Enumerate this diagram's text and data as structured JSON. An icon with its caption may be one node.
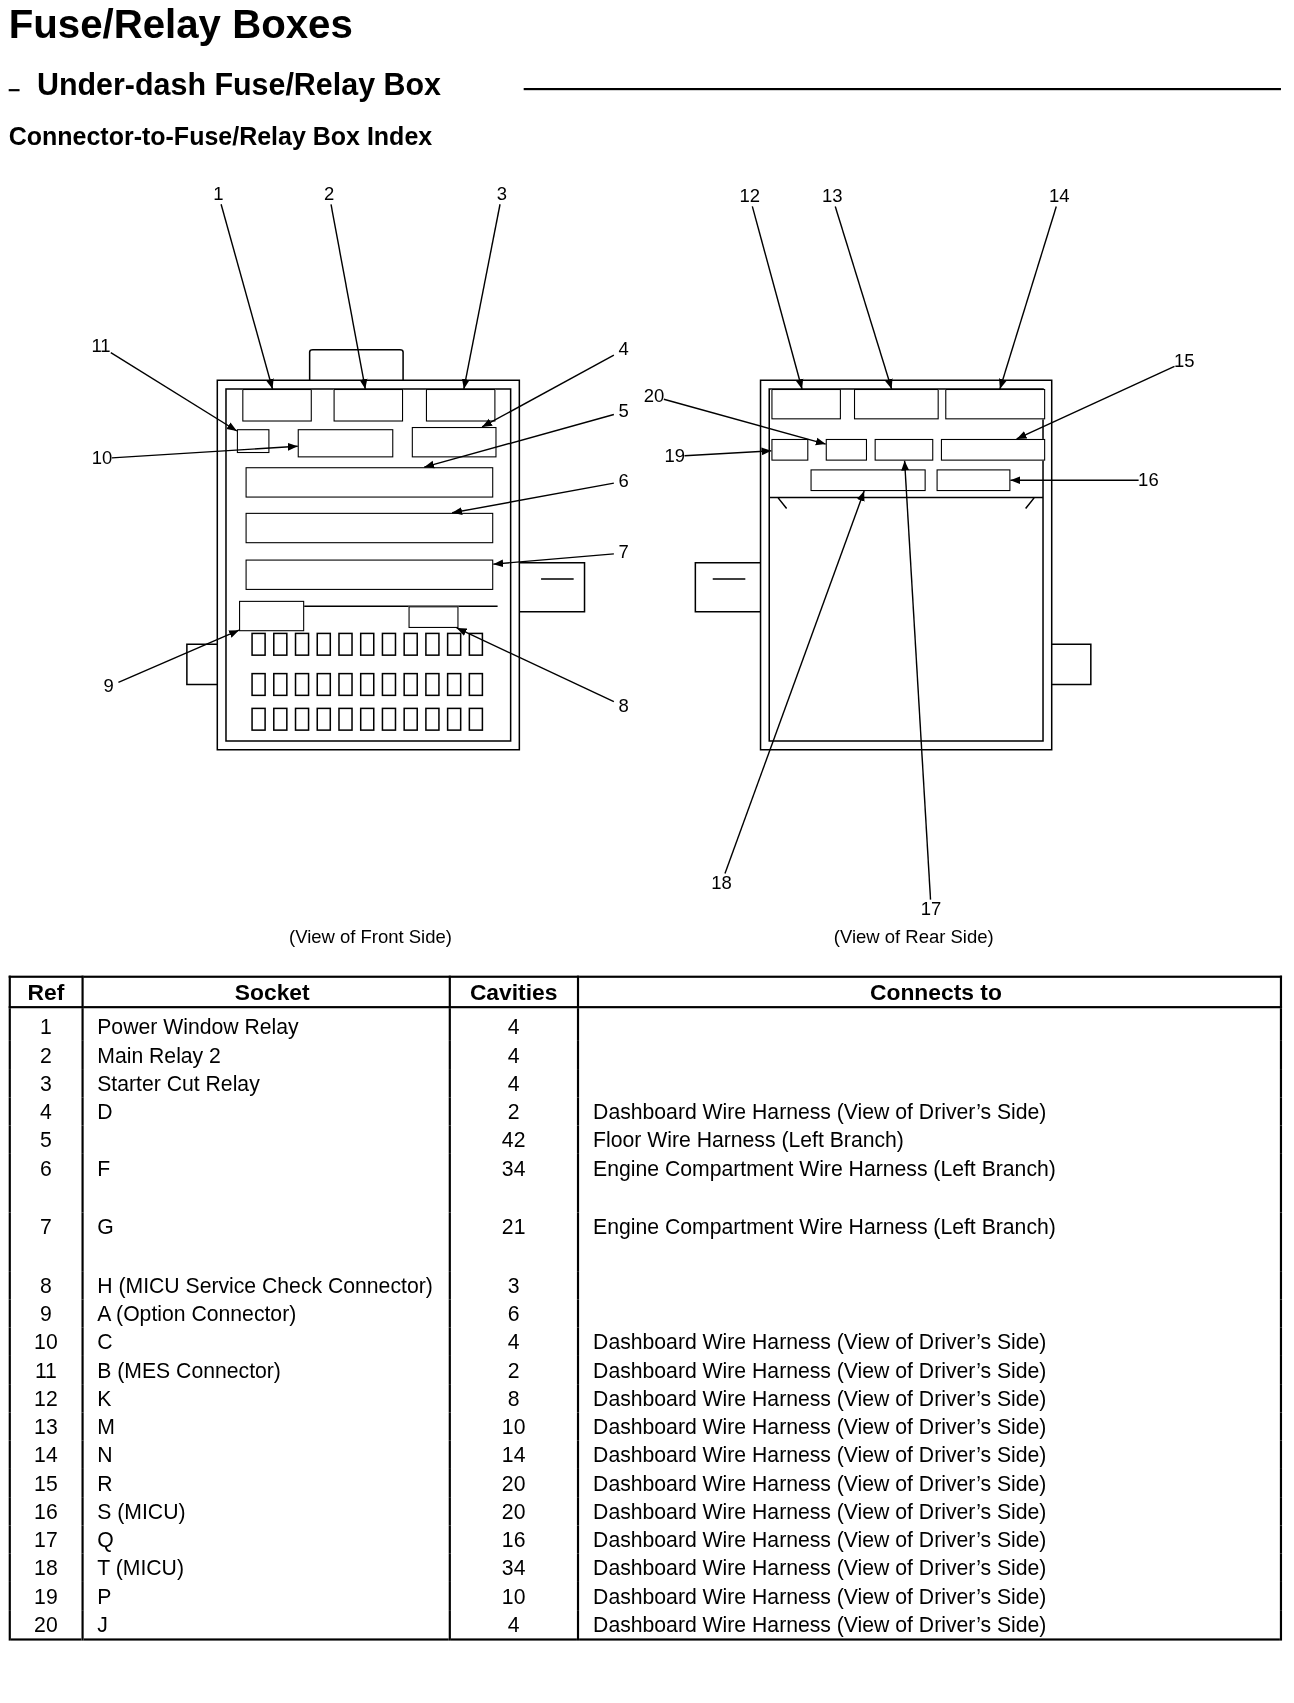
{
  "diagram": {
    "title": "Fuse/Relay Boxes",
    "nodes": [
      {
        "text": [],
        "shape": "picture"
      },
      {
        "text": [],
        "shape": "picture"
      },
      {
        "text": [],
        "shape": "box",
        "in": 0
      },
      {
        "text": [],
        "shape": "box",
        "in": 0
      },
      {
        "text": [],
        "shape": "box",
        "in": 0
      },
      {
        "text": [],
        "shape": "box",
        "in": 0
      },
      {
        "text": [],
        "shape": "box",
        "in": 0
      },
      {
        "text": [],
        "shape": "box",
        "in": 0
      },
      {
        "text": [],
        "shape": "box",
        "in": 0
      },
      {
        "text": [],
        "shape": "box",
        "in": 0
      },
      {
        "text": [],
        "shape": "box",
        "in": 0
      },
      {
        "text": [],
        "shape": "box",
        "in": 0
      },
      {
        "text": [],
        "shape": "box",
        "in": 0
      },
      {
        "text": [],
        "shape": "box",
        "in": 1
      },
      {
        "text": [],
        "shape": "box",
        "in": 1
      },
      {
        "text": [],
        "shape": "box",
        "in": 1
      },
      {
        "text": [],
        "shape": "box",
        "in": 1
      },
      {
        "text": [],
        "shape": "box",
        "in": 1
      },
      {
        "text": [],
        "shape": "box",
        "in": 1
      },
      {
        "text": [],
        "shape": "box",
        "in": 1
      },
      {
        "text": [],
        "shape": "box",
        "in": 1
      },
      {
        "text": [],
        "shape": "box",
        "in": 1
      },
      {
        "text": [
          "1"
        ]
      },
      {
        "text": [
          "2"
        ]
      },
      {
        "text": [
          "3"
        ]
      },
      {
        "text": [
          "4"
        ]
      },
      {
        "text": [
          "5"
        ]
      },
      {
        "text": [
          "6"
        ]
      },
      {
        "text": [
          "7"
        ]
      },
      {
        "text": [
          "8"
        ]
      },
      {
        "text": [
          "9"
        ]
      },
      {
        "text": [
          "10"
        ]
      },
      {
        "text": [
          "11"
        ]
      },
      {
        "text": [
          "12"
        ]
      },
      {
        "text": [
          "13"
        ]
      },
      {
        "text": [
          "14"
        ]
      },
      {
        "text": [
          "15"
        ]
      },
      {
        "text": [
          "16"
        ]
      },
      {
        "text": [
          "17"
        ]
      },
      {
        "text": [
          "18"
        ]
      },
      {
        "text": [
          "19"
        ]
      },
      {
        "text": [
          "20"
        ]
      }
    ],
    "edges": [
      {
        "from": 22,
        "to": 2,
        "arrow": "to"
      },
      {
        "from": 23,
        "to": 3,
        "arrow": "to"
      },
      {
        "from": 24,
        "to": 4,
        "arrow": "to"
      },
      {
        "from": 25,
        "to": 5,
        "arrow": "to"
      },
      {
        "from": 26,
        "to": 6,
        "arrow": "to"
      },
      {
        "from": 27,
        "to": 7,
        "arrow": "to"
      },
      {
        "from": 28,
        "to": 8,
        "arrow": "to"
      },
      {
        "from": 29,
        "to": 9,
        "arrow": "to"
      },
      {
        "from": 30,
        "to": 10,
        "arrow": "to"
      },
      {
        "from": 31,
        "to": 11,
        "arrow": "to"
      },
      {
        "from": 32,
        "to": 12,
        "arrow": "to"
      },
      {
        "from": 33,
        "to": 13,
        "arrow": "to"
      },
      {
        "from": 34,
        "to": 14,
        "arrow": "to"
      },
      {
        "from": 35,
        "to": 15,
        "arrow": "to"
      },
      {
        "from": 36,
        "to": 16,
        "arrow": "to"
      },
      {
        "from": 37,
        "to": 17,
        "arrow": "to"
      },
      {
        "from": 38,
        "to": 18,
        "arrow": "to"
      },
      {
        "from": 39,
        "to": 19,
        "arrow": "to"
      },
      {
        "from": 40,
        "to": 20,
        "arrow": "to"
      },
      {
        "from": 41,
        "to": 21,
        "arrow": "to"
      }
    ],
    "labels": [
      "Under-dash Fuse/Relay Box",
      "Connector-to-Fuse/Relay Box Index",
      "(View of Front Side)",
      "(View of Rear Side)",
      "Ref",
      "Socket",
      "Cavities",
      "Connects to",
      "1",
      "Power Window Relay",
      "4",
      "2",
      "Main Relay 2",
      "4",
      "3",
      "Starter Cut Relay",
      "4",
      "4",
      "D",
      "2",
      "Dashboard Wire Harness (View of Driver’s Side)",
      "5",
      "42",
      "Floor Wire Harness (Left Branch)",
      "6",
      "F",
      "34",
      "Engine Compartment Wire Harness (Left Branch)",
      "7",
      "G",
      "21",
      "Engine Compartment Wire Harness (Left Branch)",
      "8",
      "H (MICU Service Check Connector)",
      "3",
      "9",
      "A (Option Connector)",
      "6",
      "10",
      "C",
      "4",
      "Dashboard Wire Harness (View of Driver’s Side)",
      "11",
      "B (MES Connector)",
      "2",
      "Dashboard Wire Harness (View of Driver’s Side)",
      "12",
      "K",
      "8",
      "Dashboard Wire Harness (View of Driver’s Side)",
      "13",
      "M",
      "10",
      "Dashboard Wire Harness (View of Driver’s Side)",
      "14",
      "N",
      "14",
      "Dashboard Wire Harness (View of Driver’s Side)",
      "15",
      "R",
      "20",
      "Dashboard Wire Harness (View of Driver’s Side)",
      "16",
      "S (MICU)",
      "20",
      "Dashboard Wire Harness (View of Driver’s Side)",
      "17",
      "Q",
      "16",
      "Dashboard Wire Harness (View of Driver’s Side)",
      "18",
      "T (MICU)",
      "34",
      "Dashboard Wire Harness (View of Driver’s Side)",
      "19",
      "P",
      "10",
      "Dashboard Wire Harness (View of Driver’s Side)",
      "20",
      "J",
      "4",
      "Dashboard Wire Harness (View of Driver’s Side)"
    ]
  }
}
